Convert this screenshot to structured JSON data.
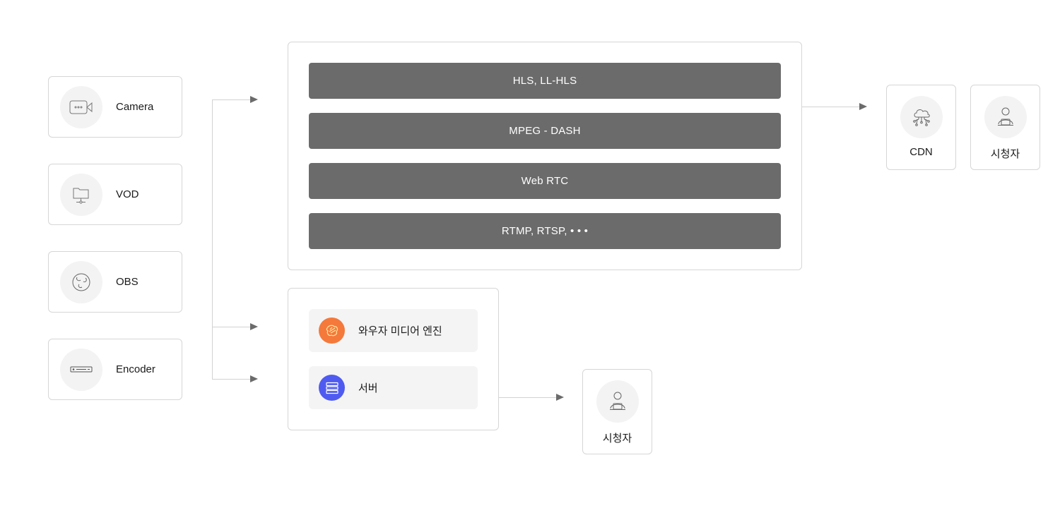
{
  "sources": [
    {
      "label": "Camera",
      "icon": "camera-icon"
    },
    {
      "label": "VOD",
      "icon": "folder-network-icon"
    },
    {
      "label": "OBS",
      "icon": "obs-icon"
    },
    {
      "label": "Encoder",
      "icon": "encoder-icon"
    }
  ],
  "protocols": [
    {
      "label": "HLS, LL-HLS"
    },
    {
      "label": "MPEG - DASH"
    },
    {
      "label": "Web RTC"
    },
    {
      "label": "RTMP, RTSP,  • • •"
    }
  ],
  "engine_panel": {
    "items": [
      {
        "label": "와우자 미디어 엔진",
        "icon": "wowza-logo-icon",
        "color": "#f4793b"
      },
      {
        "label": "서버",
        "icon": "server-icon",
        "color": "#4f5bf0"
      }
    ]
  },
  "targets_top": [
    {
      "label": "CDN",
      "icon": "cloud-network-icon"
    },
    {
      "label": "시청자",
      "icon": "viewer-icon"
    }
  ],
  "targets_bottom": [
    {
      "label": "시청자",
      "icon": "viewer-icon"
    }
  ],
  "colors": {
    "protocol_bar": "#6b6b6b",
    "arrow": "#6b6b6b",
    "line": "#d2d2d2",
    "border": "#d6d6d6",
    "icon_circle": "#f3f3f3",
    "wowza_orange": "#f4793b",
    "server_blue": "#4f5bf0"
  }
}
